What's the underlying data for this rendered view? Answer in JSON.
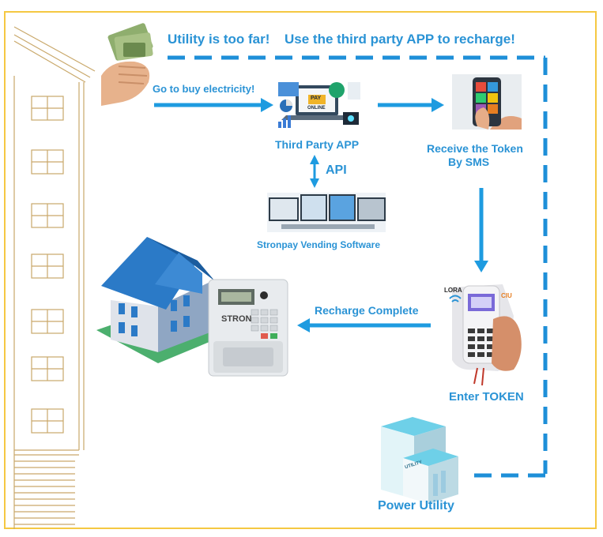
{
  "title": {
    "part1": "Utility is too far!",
    "part2": "Use the third party APP to recharge!"
  },
  "labels": {
    "buy": "Go to buy electricity!",
    "third_party": "Third Party APP",
    "receive_line1": "Receive the Token",
    "receive_line2": "By SMS",
    "api": "API",
    "vending": "Stronpay Vending Software",
    "recharge": "Recharge Complete",
    "enter_token": "Enter TOKEN",
    "power_utility": "Power Utility"
  },
  "illustration_text": {
    "pay": "PAY",
    "online": "ONLINE",
    "lora": "LORA",
    "ciu": "CIU",
    "meter_brand": "STRON",
    "utility_sign": "UTILITY"
  },
  "colors": {
    "accent_blue": "#2a93d5",
    "arrow_blue": "#1e9be0",
    "dash_blue": "#1e8fd8",
    "frame_gold": "#f5c842",
    "building_line": "#c9a86a"
  },
  "icons": [
    "money-hand-icon",
    "laptop-payment-icon",
    "phone-hand-icon",
    "monitors-icon",
    "house-icon",
    "smart-meter-icon",
    "ciu-keypad-icon",
    "utility-building-icon"
  ]
}
